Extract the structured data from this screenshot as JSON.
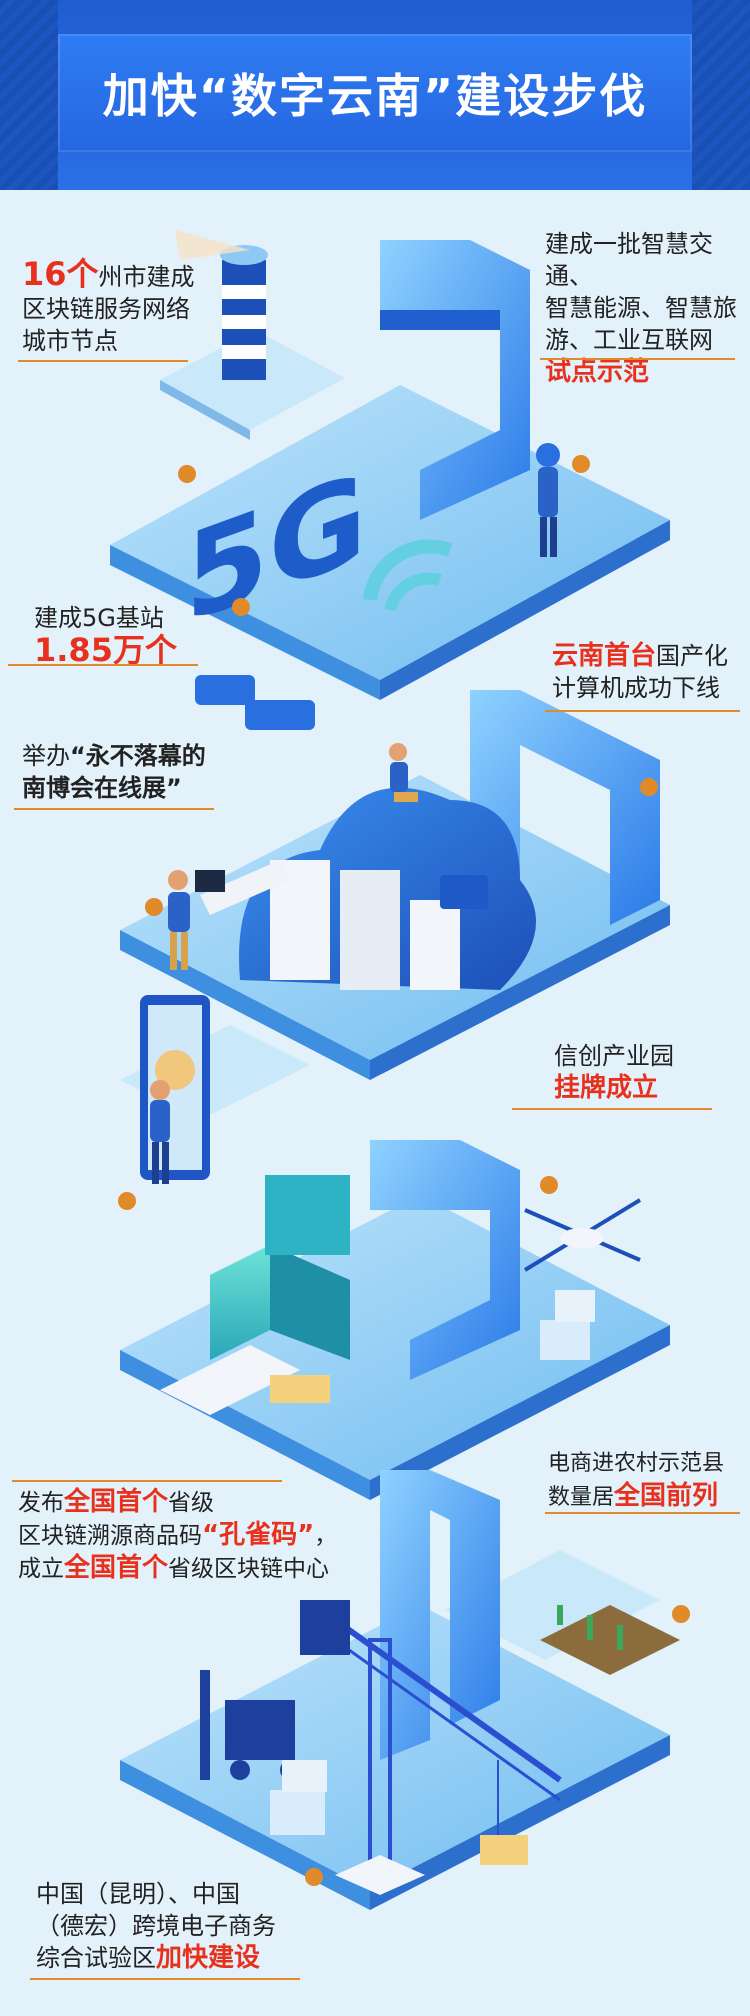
{
  "header": {
    "title": "加快“数字云南”建设步伐"
  },
  "annotations": {
    "a1": {
      "highlight": "16个",
      "rest1": "州市建成",
      "line2": "区块链服务网络",
      "line3": "城市节点"
    },
    "a2": {
      "line1": "建成一批智慧交通、",
      "line2": "智慧能源、智慧旅",
      "line3": "游、工业互联网",
      "highlight": "试点示范"
    },
    "a3": {
      "line1": "建成5G基站",
      "highlight": "1.85万个"
    },
    "a4": {
      "highlight": "云南首台",
      "rest1": "国产化",
      "line2": "计算机成功下线"
    },
    "a5": {
      "prefix": "举办",
      "bold1": "“永不落幕的",
      "bold2": "南博会在线展”"
    },
    "a6": {
      "line1": "信创产业园",
      "highlight": "挂牌成立"
    },
    "a7": {
      "p1": "发布",
      "h1": "全国首个",
      "p2": "省级",
      "p3": "区块链溯源商品码",
      "h2": "“孔雀码”",
      "p4": "，",
      "p5": "成立",
      "h3": "全国首个",
      "p6": "省级区块链中心"
    },
    "a8": {
      "line1": "电商进农村示范县",
      "prefix2": "数量居",
      "highlight": "全国前列"
    },
    "a9": {
      "line1": "中国（昆明）、中国",
      "line2": "（德宏）跨境电子商务",
      "prefix3": "综合试验区",
      "highlight": "加快建设"
    }
  },
  "scene_text": {
    "five_g": "5G"
  },
  "colors": {
    "accent_red": "#e8311d",
    "leader": "#e08a2a",
    "blue_main": "#2b6fe6",
    "bg": "#e3f1fb"
  }
}
